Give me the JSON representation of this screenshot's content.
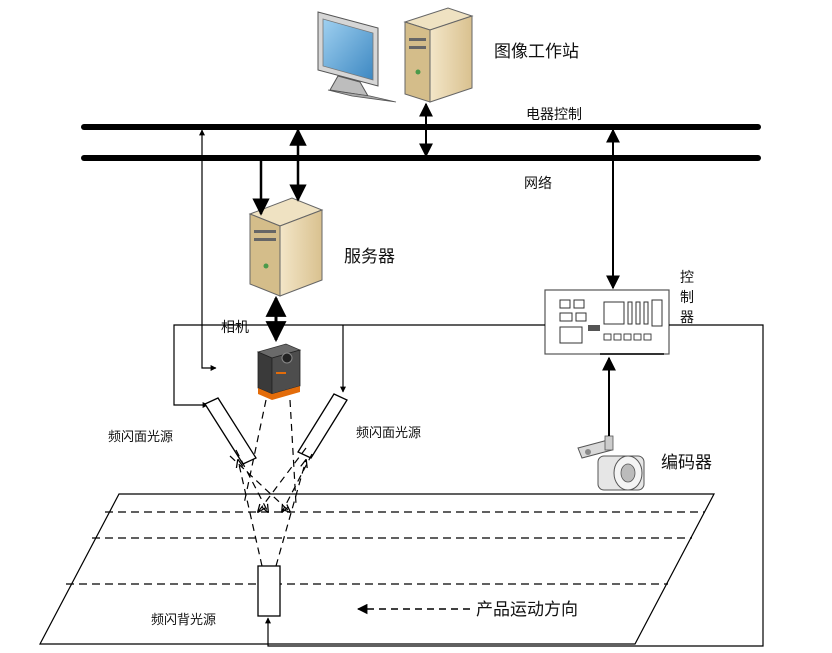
{
  "labels": {
    "workstation": "图像工作站",
    "electrical_control": "电器控制",
    "network": "网络",
    "server": "服务器",
    "camera": "相机",
    "controller_chars": [
      "控",
      "制",
      "器"
    ],
    "strobe_area_light_left": "频闪面光源",
    "strobe_area_light_right": "频闪面光源",
    "encoder": "编码器",
    "strobe_back_light": "频闪背光源",
    "product_direction": "产品运动方向"
  },
  "colors": {
    "line": "#000000",
    "tower_body": "#ead9b5",
    "tower_side": "#d8c293",
    "monitor_frame": "#cfcfcf",
    "monitor_screen": "#5fa8d8",
    "camera_body": "#4a4a4a",
    "camera_accent": "#e36c0a"
  }
}
